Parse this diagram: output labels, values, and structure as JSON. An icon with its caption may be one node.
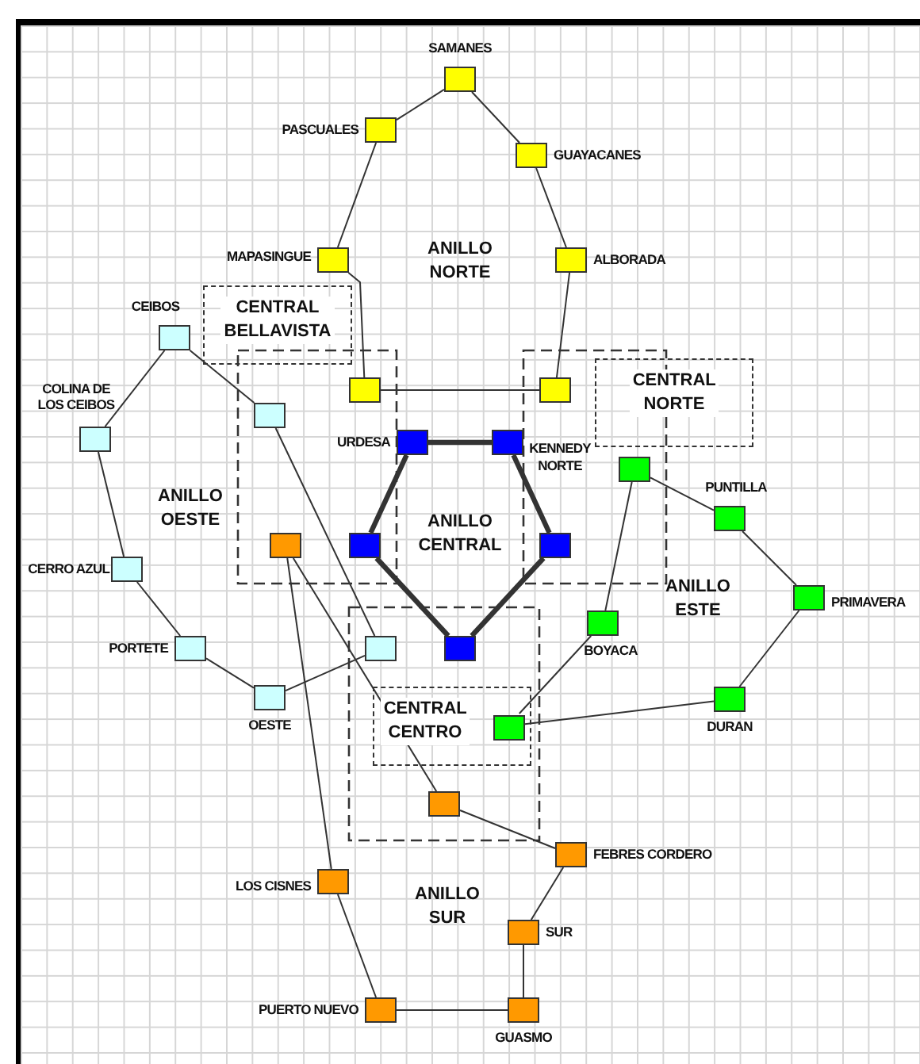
{
  "diagram": {
    "nodes": [
      {
        "text": [],
        "shape": "box",
        "beside": [
          "SAMANES"
        ]
      },
      {
        "text": [],
        "shape": "box",
        "beside": [
          "PASCUALES"
        ]
      },
      {
        "text": [],
        "shape": "box",
        "beside": [
          "GUAYACANES"
        ]
      },
      {
        "text": [],
        "shape": "box",
        "beside": [
          "MAPASINGUE"
        ]
      },
      {
        "text": [],
        "shape": "box",
        "beside": [
          "ALBORADA"
        ]
      },
      {
        "text": [],
        "shape": "box"
      },
      {
        "text": [],
        "shape": "box"
      },
      {
        "text": [
          "CENTRAL BELLAVISTA"
        ]
      },
      {
        "text": [
          "CENTRAL NORTE"
        ]
      },
      {
        "text": [],
        "shape": "box",
        "beside": [
          "CEIBOS"
        ]
      },
      {
        "text": [],
        "shape": "box",
        "beside": [
          "COLINA DE LOS CEIBOS"
        ]
      },
      {
        "text": [],
        "shape": "box"
      },
      {
        "text": [],
        "shape": "box",
        "beside": [
          "CERRO AZUL"
        ]
      },
      {
        "text": [],
        "shape": "box",
        "beside": [
          "PORTETE"
        ]
      },
      {
        "text": [],
        "shape": "box",
        "beside": [
          "OESTE"
        ]
      },
      {
        "text": [],
        "shape": "box"
      },
      {
        "text": [],
        "shape": "box",
        "beside": [
          "URDESA"
        ]
      },
      {
        "text": [],
        "shape": "box",
        "beside": [
          "KENNEDY NORTE"
        ]
      },
      {
        "text": [],
        "shape": "box"
      },
      {
        "text": [],
        "shape": "box"
      },
      {
        "text": [],
        "shape": "box"
      },
      {
        "text": [
          "CENTRAL CENTRO"
        ]
      },
      {
        "text": [],
        "shape": "box"
      },
      {
        "text": [],
        "shape": "box",
        "beside": [
          "PUNTILLA"
        ]
      },
      {
        "text": [],
        "shape": "box",
        "beside": [
          "PRIMAVERA"
        ]
      },
      {
        "text": [],
        "shape": "box",
        "beside": [
          "BOYACA"
        ]
      },
      {
        "text": [],
        "shape": "box",
        "beside": [
          "DURAN"
        ]
      },
      {
        "text": [],
        "shape": "box",
        "in": 21
      },
      {
        "text": [],
        "shape": "box"
      },
      {
        "text": [],
        "shape": "box"
      },
      {
        "text": [],
        "shape": "box",
        "beside": [
          "FEBRES CORDERO"
        ]
      },
      {
        "text": [],
        "shape": "box",
        "beside": [
          "LOS CISNES"
        ]
      },
      {
        "text": [],
        "shape": "box",
        "beside": [
          "SUR"
        ]
      },
      {
        "text": [],
        "shape": "box",
        "beside": [
          "PUERTO NUEVO"
        ]
      },
      {
        "text": [],
        "shape": "box",
        "beside": [
          "GUASMO"
        ]
      }
    ],
    "edges": [
      {
        "from": 0,
        "to": 1,
        "arrow": "none"
      },
      {
        "from": 0,
        "to": 2,
        "arrow": "none"
      },
      {
        "from": 1,
        "to": 3,
        "arrow": "none"
      },
      {
        "from": 2,
        "to": 4,
        "arrow": "none"
      },
      {
        "from": 3,
        "to": 5,
        "arrow": "none"
      },
      {
        "from": 4,
        "to": 6,
        "arrow": "none"
      },
      {
        "from": 5,
        "to": 6,
        "arrow": "none"
      },
      {
        "from": 9,
        "to": 10,
        "arrow": "none"
      },
      {
        "from": 9,
        "to": 11,
        "arrow": "none"
      },
      {
        "from": 10,
        "to": 12,
        "arrow": "none"
      },
      {
        "from": 12,
        "to": 13,
        "arrow": "none"
      },
      {
        "from": 13,
        "to": 14,
        "arrow": "none"
      },
      {
        "from": 14,
        "to": 15,
        "arrow": "none"
      },
      {
        "from": 11,
        "to": 15,
        "arrow": "none"
      },
      {
        "from": 16,
        "to": 17,
        "arrow": "none",
        "style": "thick"
      },
      {
        "from": 16,
        "to": 18,
        "arrow": "none",
        "style": "thick"
      },
      {
        "from": 17,
        "to": 19,
        "arrow": "none",
        "style": "thick"
      },
      {
        "from": 18,
        "to": 20,
        "arrow": "none",
        "style": "thick"
      },
      {
        "from": 19,
        "to": 20,
        "arrow": "none",
        "style": "thick"
      },
      {
        "from": 22,
        "to": 23,
        "arrow": "none"
      },
      {
        "from": 23,
        "to": 24,
        "arrow": "none"
      },
      {
        "from": 24,
        "to": 26,
        "arrow": "none"
      },
      {
        "from": 26,
        "to": 27,
        "arrow": "none"
      },
      {
        "from": 27,
        "to": 25,
        "arrow": "none"
      },
      {
        "from": 25,
        "to": 22,
        "arrow": "none"
      },
      {
        "from": 28,
        "to": 29,
        "arrow": "none"
      },
      {
        "from": 29,
        "to": 30,
        "arrow": "none"
      },
      {
        "from": 30,
        "to": 32,
        "arrow": "none"
      },
      {
        "from": 32,
        "to": 34,
        "arrow": "none"
      },
      {
        "from": 34,
        "to": 33,
        "arrow": "none"
      },
      {
        "from": 33,
        "to": 31,
        "arrow": "none"
      },
      {
        "from": 31,
        "to": 28,
        "arrow": "none"
      }
    ],
    "labels": [
      "ANILLO NORTE",
      "ANILLO OESTE",
      "ANILLO CENTRAL",
      "ANILLO ESTE",
      "ANILLO SUR"
    ]
  }
}
